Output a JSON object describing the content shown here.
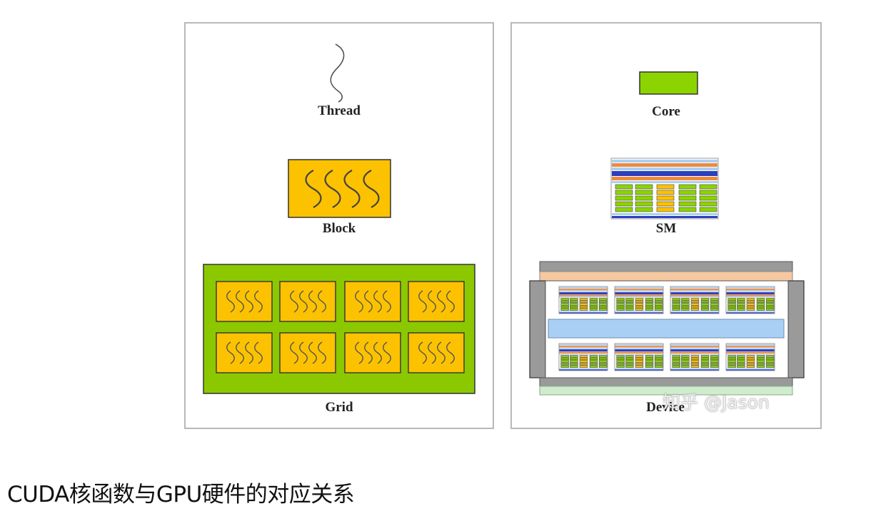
{
  "left_panel": {
    "thread_label": "Thread",
    "block_label": "Block",
    "grid_label": "Grid"
  },
  "right_panel": {
    "core_label": "Core",
    "sm_label": "SM",
    "device_label": "Device"
  },
  "watermark": "知乎 @Jason",
  "caption": "CUDA核函数与GPU硬件的对应关系",
  "colors": {
    "block_fill": "#fcc200",
    "grid_fill": "#8cc800",
    "core_fill": "#8cd400",
    "sm_blue": "#2c3fbe",
    "sm_orange": "#ee8a3a",
    "device_gray": "#9a9a9a",
    "device_peach": "#f5c8a0",
    "device_lightblue": "#a9d0f4",
    "device_lightgreen": "#cfeccf"
  }
}
